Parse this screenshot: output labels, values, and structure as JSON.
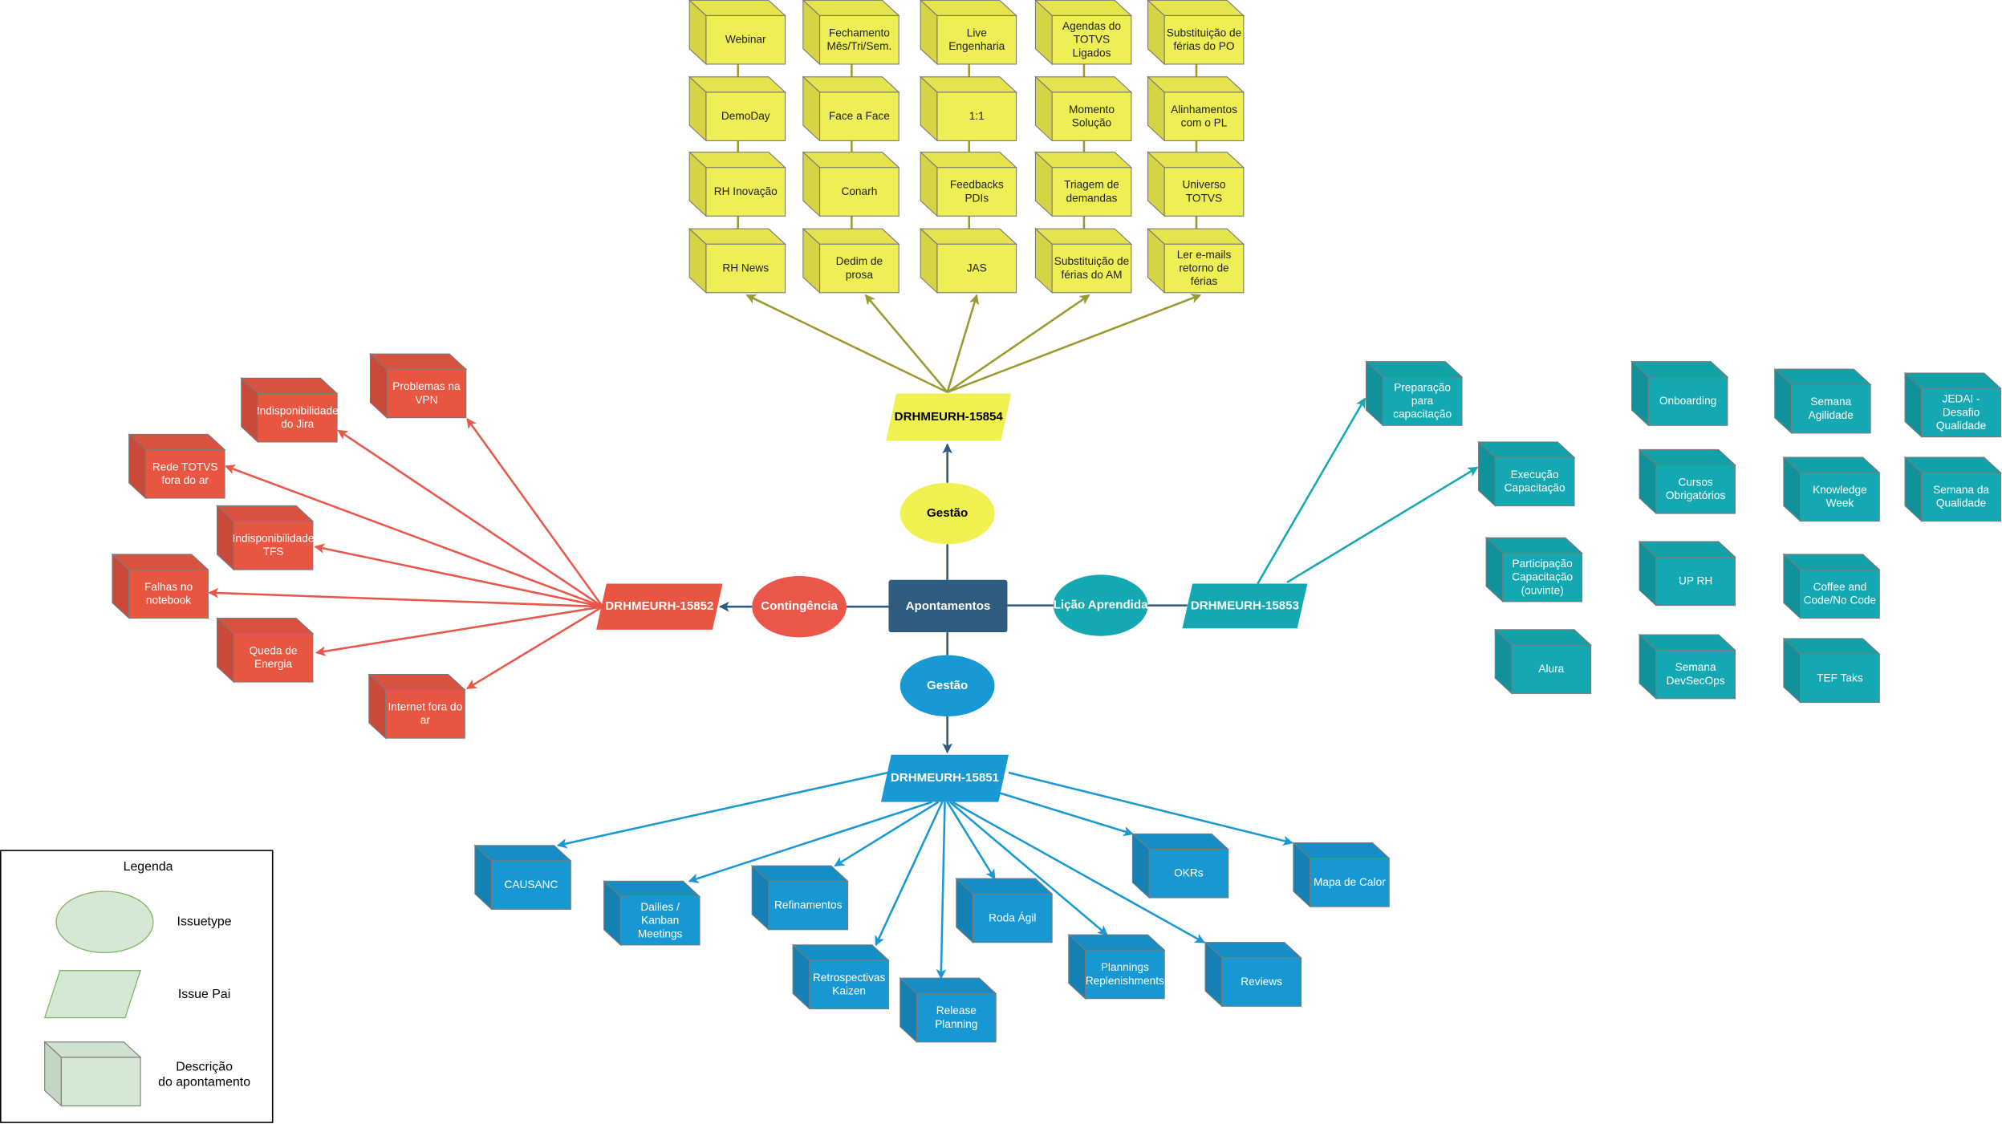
{
  "center": {
    "label": "Apontamentos"
  },
  "colors": {
    "yellow": "#f0f050",
    "red": "#e85642",
    "teal": "#14a9b2",
    "blue": "#1899d3",
    "navy": "#2e5c7e"
  },
  "branches": {
    "yellow": {
      "issuetype": "Gestão",
      "parent": "DRHMEURH-15854",
      "items": [
        {
          "lines": [
            "Webinar"
          ]
        },
        {
          "lines": [
            "Fechamento",
            "Mês/Tri/Sem."
          ]
        },
        {
          "lines": [
            "Live",
            "Engenharia"
          ]
        },
        {
          "lines": [
            "Agendas do",
            "TOTVS",
            "Ligados"
          ]
        },
        {
          "lines": [
            "Substituição de",
            "férias do PO"
          ]
        },
        {
          "lines": [
            "DemoDay"
          ]
        },
        {
          "lines": [
            "Face a Face"
          ]
        },
        {
          "lines": [
            "1:1"
          ]
        },
        {
          "lines": [
            "Momento",
            "Solução"
          ]
        },
        {
          "lines": [
            "Alinhamentos",
            "com o PL"
          ]
        },
        {
          "lines": [
            "RH Inovação"
          ]
        },
        {
          "lines": [
            "Conarh"
          ]
        },
        {
          "lines": [
            "Feedbacks",
            "PDIs"
          ]
        },
        {
          "lines": [
            "Triagem de",
            "demandas"
          ]
        },
        {
          "lines": [
            "Universo",
            "TOTVS"
          ]
        },
        {
          "lines": [
            "RH News"
          ]
        },
        {
          "lines": [
            "Dedim de",
            "prosa"
          ]
        },
        {
          "lines": [
            "JAS"
          ]
        },
        {
          "lines": [
            "Substituição de",
            "férias do AM"
          ]
        },
        {
          "lines": [
            "Ler e-mails",
            "retorno de",
            "férias"
          ]
        }
      ]
    },
    "red": {
      "issuetype": "Contingência",
      "parent": "DRHMEURH-15852",
      "items": [
        {
          "lines": [
            "Problemas na",
            "VPN"
          ]
        },
        {
          "lines": [
            "Indisponibilidade",
            "do Jira"
          ]
        },
        {
          "lines": [
            "Rede TOTVS",
            "fora do ar"
          ]
        },
        {
          "lines": [
            "Indisponibilidade",
            "TFS"
          ]
        },
        {
          "lines": [
            "Falhas no",
            "notebook"
          ]
        },
        {
          "lines": [
            "Queda de",
            "Energia"
          ]
        },
        {
          "lines": [
            "Internet fora do",
            "ar"
          ]
        }
      ]
    },
    "teal": {
      "issuetype": "Lição Aprendida",
      "parent": "DRHMEURH-15853",
      "items": [
        {
          "lines": [
            "Preparação",
            "para",
            "capacitação"
          ]
        },
        {
          "lines": [
            "Execução",
            "Capacitação"
          ]
        },
        {
          "lines": [
            "Participação",
            "Capacitação",
            "(ouvinte)"
          ]
        },
        {
          "lines": [
            "Alura"
          ]
        },
        {
          "lines": [
            "Onboarding"
          ]
        },
        {
          "lines": [
            "Cursos",
            "Obrigatórios"
          ]
        },
        {
          "lines": [
            "UP RH"
          ]
        },
        {
          "lines": [
            "Semana",
            "DevSecOps"
          ]
        },
        {
          "lines": [
            "Semana",
            "Agilidade"
          ]
        },
        {
          "lines": [
            "Knowledge",
            "Week"
          ]
        },
        {
          "lines": [
            "Coffee and",
            "Code/No Code"
          ]
        },
        {
          "lines": [
            "TEF Taks"
          ]
        },
        {
          "lines": [
            "JEDAI -",
            "Desafio",
            "Qualidade"
          ]
        },
        {
          "lines": [
            "Semana da",
            "Qualidade"
          ]
        }
      ]
    },
    "blue": {
      "issuetype": "Gestão",
      "parent": "DRHMEURH-15851",
      "items": [
        {
          "lines": [
            "CAUSANC"
          ]
        },
        {
          "lines": [
            "Dailies /",
            "Kanban",
            "Meetings"
          ]
        },
        {
          "lines": [
            "Refinamentos"
          ]
        },
        {
          "lines": [
            "Retrospectivas",
            "Kaizen"
          ]
        },
        {
          "lines": [
            "Release",
            "Planning"
          ]
        },
        {
          "lines": [
            "Roda Ágil"
          ]
        },
        {
          "lines": [
            "Plannings",
            "Replenishments"
          ]
        },
        {
          "lines": [
            "Reviews"
          ]
        },
        {
          "lines": [
            "OKRs"
          ]
        },
        {
          "lines": [
            "Mapa de Calor"
          ]
        }
      ]
    }
  },
  "legend": {
    "title": "Legenda",
    "issuetype": "Issuetype",
    "issue_pai": "Issue Pai",
    "descricao": [
      "Descrição",
      "do apontamento"
    ]
  }
}
